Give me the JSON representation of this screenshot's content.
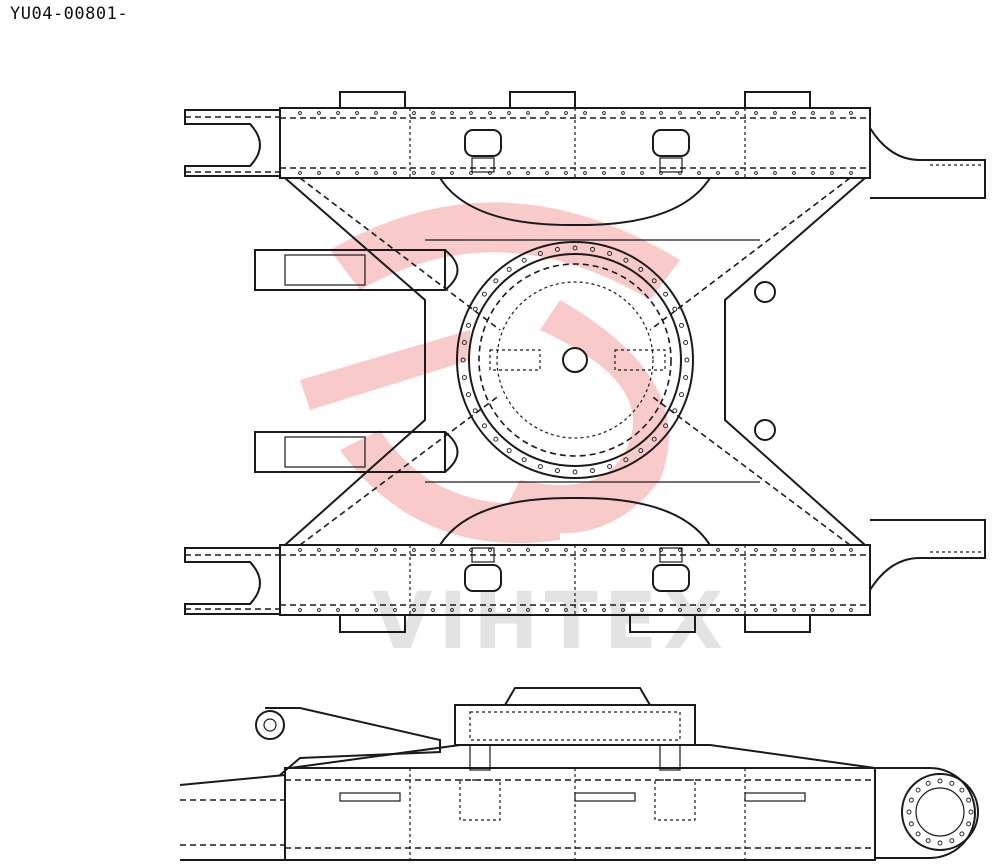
{
  "document": {
    "part_code": "YU04-00801-"
  },
  "watermark": {
    "text": "VIHTEX",
    "logo_color": "#f08a8a"
  },
  "views": {
    "top": "track-frame-plan-view",
    "side": "track-frame-side-view"
  }
}
